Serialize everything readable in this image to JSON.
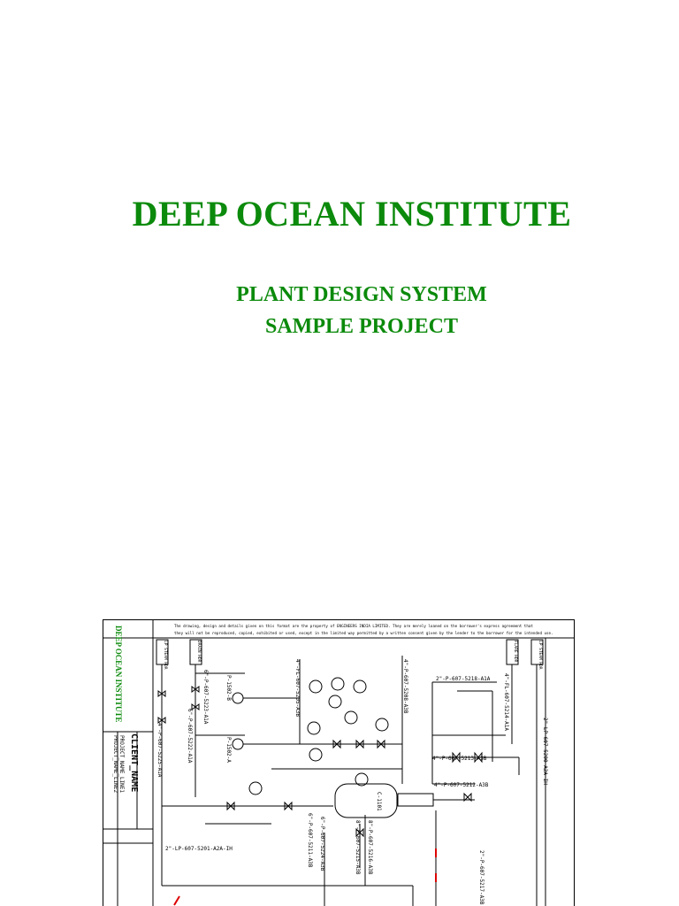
{
  "cover": {
    "title": "DEEP OCEAN INSTITUTE",
    "subtitle_line1": "PLANT DESIGN SYSTEM",
    "subtitle_line2": "SAMPLE PROJECT"
  },
  "drawing": {
    "notice_line1": "The drawing, design and details given on this format are the property of ENGINEERS INDIA LIMITED. They are merely loaned on the borrower's express agreement that",
    "notice_line2": "they will not be reproduced, copied, exhibited or used, except in the limited way permitted by a written consent given by the lender to the borrower for the intended use.",
    "sidebar_company": "DEEP OCEAN INSTITUTE",
    "client_name": "CLIENT_NAME",
    "project_line1": "PROJECT_NAME_LINE1",
    "project_line2": "PROJECT_NAME_LINE2",
    "line_tags": [
      "2\"-LP-607-5201-A2A-IH",
      "4\"-P-607-5208-A3B",
      "2\"-P-607-5218-A1A",
      "4\"-P-607-5213-A3B",
      "4\"-P-607-5212-A3B",
      "4\"-FL-607-5205-A3B",
      "6\"-P-607-5223-A1A",
      "6\"-P-607-5222-A1A",
      "4\"-P-607-5225-A1A",
      "4\"-FL-607-5214-A1A",
      "2\"-LP-607-5200-A2A-IH",
      "6\"-P-607-5211-A3B",
      "6\"-P-607-5224-A3B",
      "8\"-P-607-5215-A3B",
      "8\"-P-607-5216-A3B",
      "2\"-P-607-5217-A3B"
    ],
    "equipment_tags": [
      "P-1502-B",
      "P-1502-A",
      "C-1101"
    ],
    "box_labels": [
      "LP STEAM HDR",
      "DRAIN HDR",
      "FLARE HDR",
      "LP STEAM HDR"
    ]
  }
}
